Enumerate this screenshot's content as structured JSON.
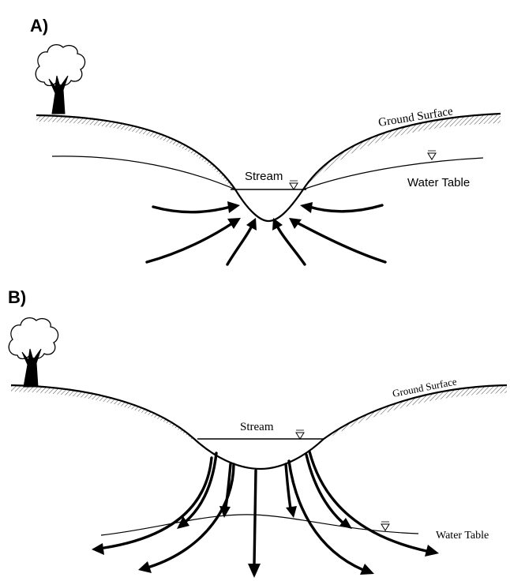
{
  "panel_a": {
    "label": "A)",
    "ground_surface": "Ground Surface",
    "stream": "Stream",
    "water_table": "Water Table"
  },
  "panel_b": {
    "label": "B)",
    "ground_surface": "Ground Surface",
    "stream": "Stream",
    "water_table": "Water Table"
  }
}
